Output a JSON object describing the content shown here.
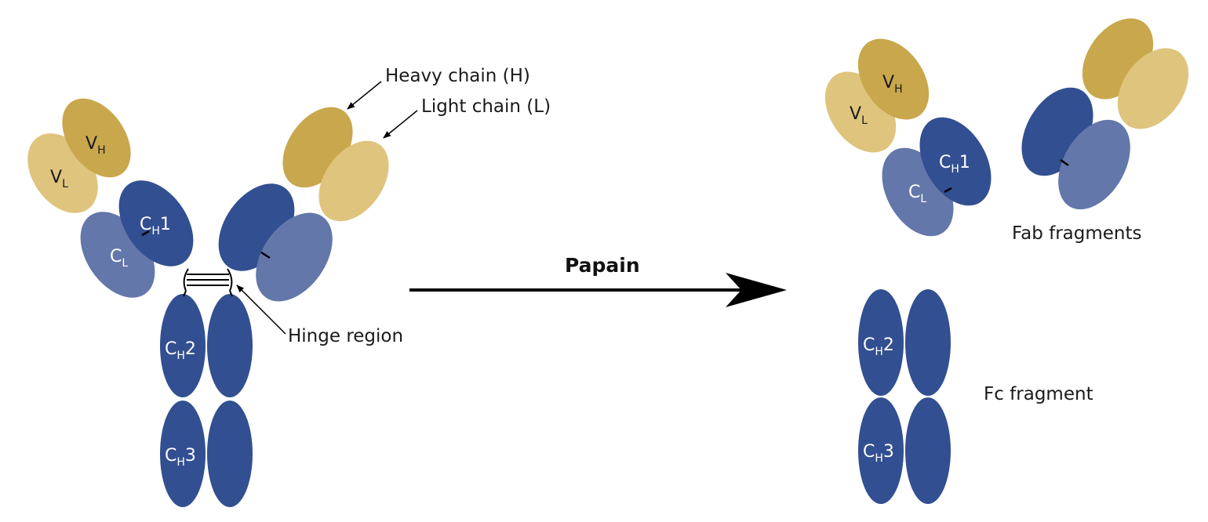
{
  "colors": {
    "heavy_variable": "#c9a74d",
    "light_variable": "#dfc47d",
    "heavy_constant": "#324f91",
    "light_constant": "#6477aa",
    "text": "#1a1a1a",
    "line": "#000000"
  },
  "labels": {
    "heavy_chain": "Heavy chain (H)",
    "light_chain": "Light chain (L)",
    "hinge_region": "Hinge region",
    "enzyme": "Papain",
    "fab_fragments": "Fab fragments",
    "fc_fragment": "Fc fragment"
  },
  "domains": {
    "vh": {
      "main": "V",
      "sub": "H"
    },
    "vl": {
      "main": "V",
      "sub": "L"
    },
    "ch1": {
      "main": "C",
      "sub": "H",
      "suffix": "1"
    },
    "cl": {
      "main": "C",
      "sub": "L"
    },
    "ch2": {
      "main": "C",
      "sub": "H",
      "suffix": "2"
    },
    "ch3": {
      "main": "C",
      "sub": "H",
      "suffix": "3"
    }
  }
}
